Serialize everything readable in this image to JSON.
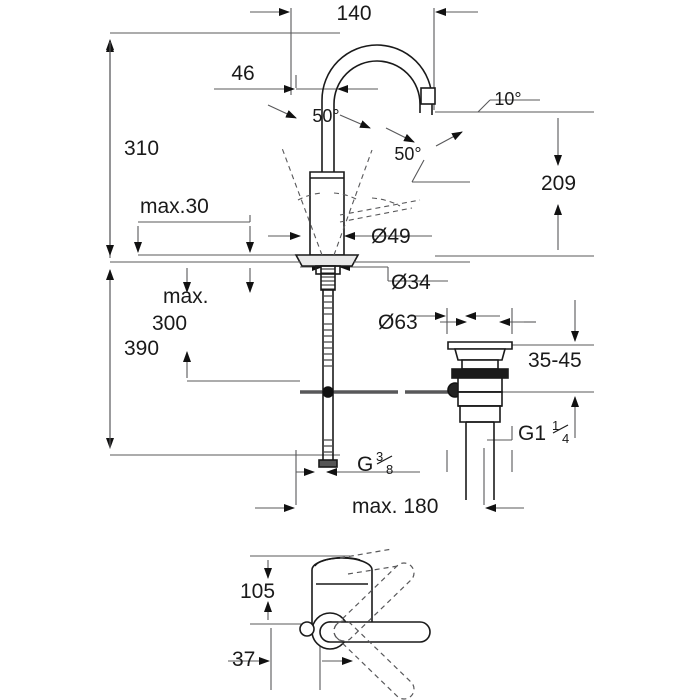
{
  "drawing": {
    "title": "Single-lever basin mixer dimensional drawing",
    "units": "mm",
    "line_color": "#58585a",
    "outline_color": "#1a1a1a",
    "background": "#ffffff"
  },
  "dimensions": {
    "spout_reach": "140",
    "spout_offset": "46",
    "total_height": "310",
    "height_to_spout_outlet": "209",
    "overall_height": "390",
    "max_deck_thickness": "max.30",
    "max_supply_length_label_1": "max.",
    "max_supply_length_label_2": "300",
    "max_rod_length": "max. 180",
    "basin_thickness_range": "35-45",
    "body_diameter": "Ø49",
    "shank_diameter": "Ø34",
    "waste_flange_diameter": "Ø63",
    "supply_thread": "G",
    "supply_thread_num": "3",
    "supply_thread_den": "8",
    "waste_thread": "G1",
    "waste_thread_num": "1",
    "waste_thread_den": "4",
    "lever_height": "105",
    "lever_offset": "37"
  },
  "angles": {
    "spout_swivel_left": "50°",
    "spout_swivel_right": "50°",
    "outlet_tilt": "10°"
  },
  "views": {
    "main_view_name": "front elevation with swivel range",
    "detail_view_name": "top view lever rotation"
  }
}
